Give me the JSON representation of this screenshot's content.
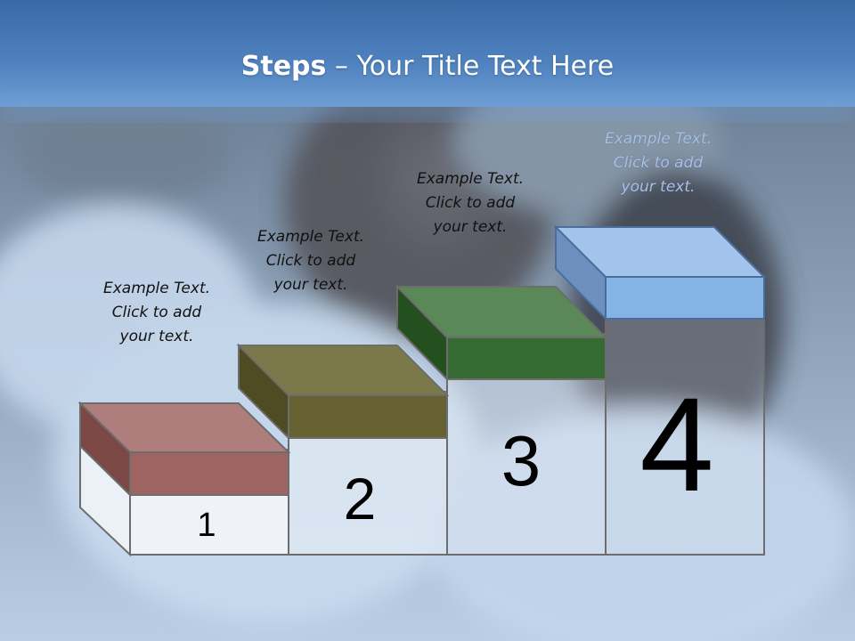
{
  "title": {
    "bold": "Steps",
    "rest": " – Your Title Text Here"
  },
  "steps": [
    {
      "number": "1",
      "text": [
        "Example Text.",
        "Click  to add",
        "your text."
      ],
      "color_front": "#9e6461",
      "color_top": "#ad7e7c",
      "color_side": "#7b4845"
    },
    {
      "number": "2",
      "text": [
        "Example Text.",
        "Click  to add",
        "your text."
      ],
      "color_front": "#676232",
      "color_top": "#7b7849",
      "color_side": "#4f4b23"
    },
    {
      "number": "3",
      "text": [
        "Example Text.",
        "Click  to add",
        "your text."
      ],
      "color_front": "#356b33",
      "color_top": "#5a8859",
      "color_side": "#24501f"
    },
    {
      "number": "4",
      "text": [
        "Example Text.",
        "Click  to add",
        "your text."
      ],
      "color_front": "#86b3e6",
      "color_top": "#a2c4ec",
      "color_side": "#6e90bf"
    }
  ]
}
